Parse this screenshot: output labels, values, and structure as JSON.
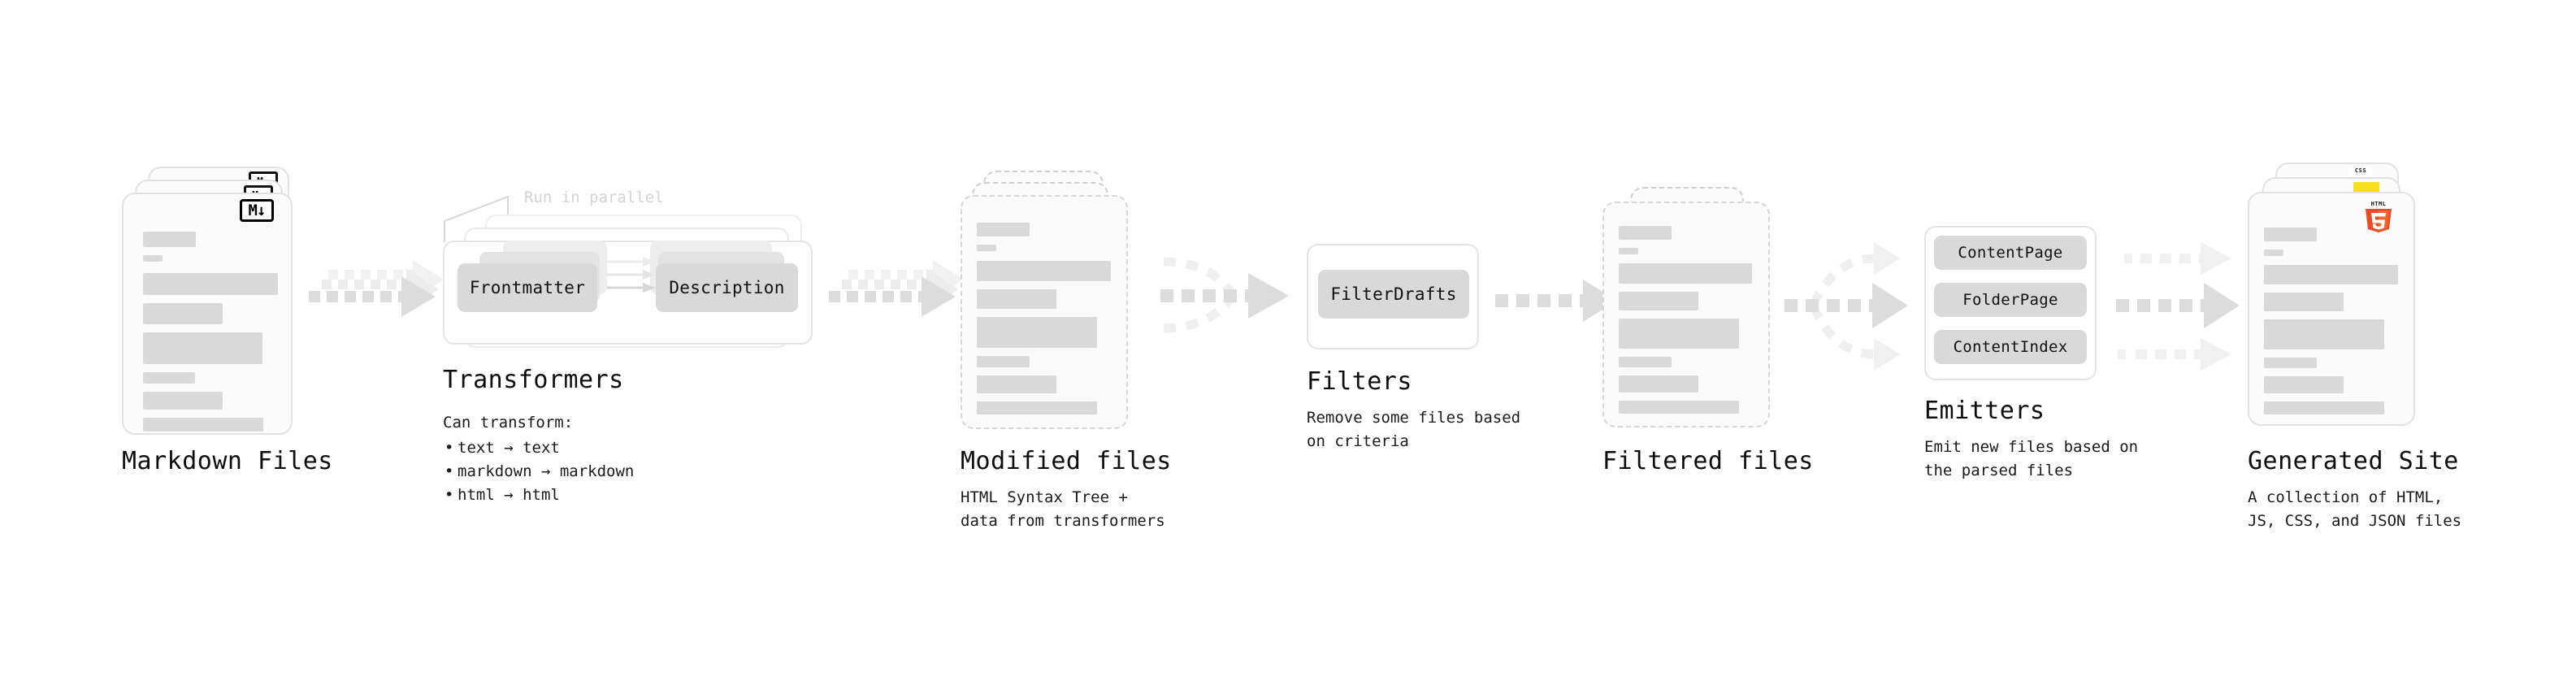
{
  "diagram": {
    "title_hidden": "",
    "accent_colors": {
      "background": "#ffffff",
      "skeleton_bar": "#d9d9d9",
      "card_border": "#e2e2e2",
      "ghost_border": "#cfcfcf",
      "arrow": "#d9d9d9",
      "arrow_faint": "#ededed",
      "text": "#111111",
      "muted_text": "#d3d3d3",
      "html5_orange": "#e44d26",
      "html5_orange_light": "#f16529",
      "js_yellow": "#f7df1e",
      "css_blue": "#264de4"
    }
  },
  "stages": [
    {
      "id": "markdown-files",
      "title": "Markdown Files",
      "subtitle": "",
      "badge": "M↓",
      "badge_kind": "markdown-badge"
    },
    {
      "id": "transformers",
      "title": "Transformers",
      "annotation": "Run in parallel",
      "lead": "Can transform:",
      "items": [
        "text → text",
        "markdown → markdown",
        "html → html"
      ],
      "nodes": [
        "Frontmatter",
        "Description"
      ]
    },
    {
      "id": "modified-files",
      "title": "Modified files",
      "subtitle": "HTML Syntax Tree +\ndata from transformers"
    },
    {
      "id": "filters",
      "title": "Filters",
      "subtitle": "Remove some files based\non criteria",
      "nodes": [
        "FilterDrafts"
      ]
    },
    {
      "id": "filtered-files",
      "title": "Filtered files",
      "subtitle": ""
    },
    {
      "id": "emitters",
      "title": "Emitters",
      "subtitle": "Emit new files based on\nthe parsed files",
      "nodes": [
        "ContentPage",
        "FolderPage",
        "ContentIndex"
      ]
    },
    {
      "id": "generated-site",
      "title": "Generated Site",
      "subtitle": "A collection of HTML,\nJS, CSS, and JSON files",
      "badges": [
        "HTML5",
        "JS",
        "CSS"
      ]
    }
  ],
  "icons": {
    "markdown": "markdown-badge-icon",
    "html5": "html5-badge-icon",
    "js": "js-badge-icon",
    "css": "css-badge-icon",
    "arrow": "arrow-right-icon"
  }
}
